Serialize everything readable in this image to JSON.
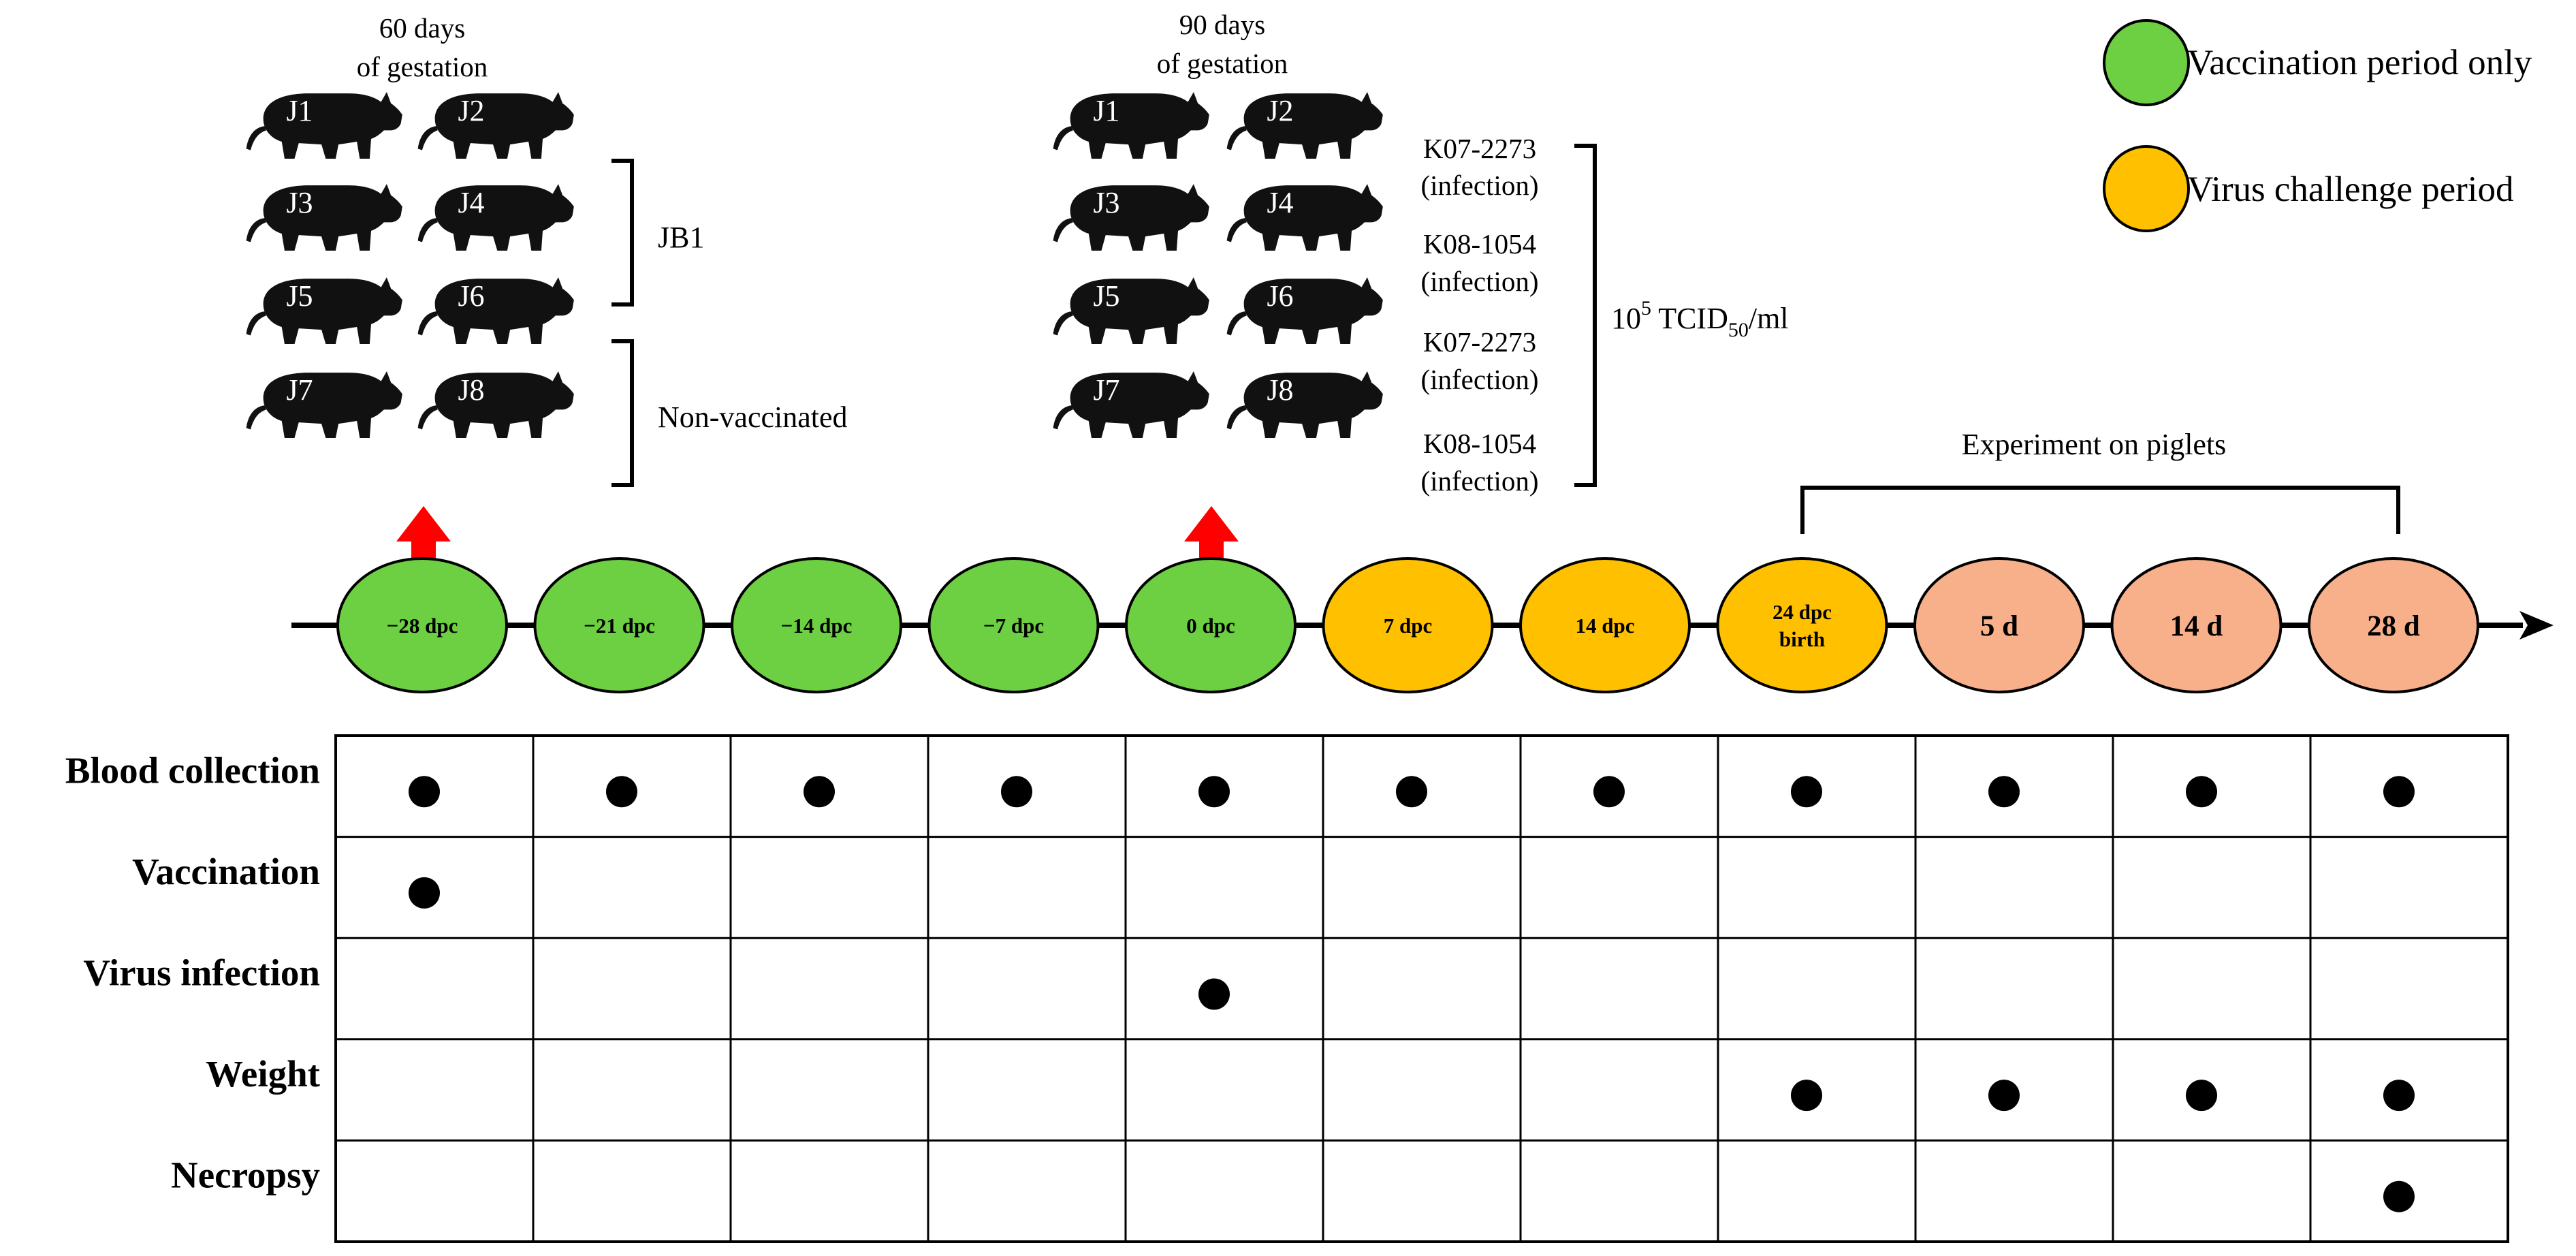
{
  "annotations": {
    "gestation60": [
      "60 days",
      "of gestation"
    ],
    "gestation90": [
      "90 days",
      "of gestation"
    ],
    "group_jb1": "JB1",
    "group_nonvac": "Non-vaccinated",
    "dose": {
      "base": "10",
      "sup": "5",
      "mid": " TCID",
      "sub": "50",
      "tail": "/ml"
    },
    "piglets": "Experiment on piglets"
  },
  "legend": [
    {
      "label": "Vaccination period only",
      "color": "#6cd042"
    },
    {
      "label": "Virus challenge period",
      "color": "#ffc000"
    }
  ],
  "pigs_60": [
    "J1",
    "J2",
    "J3",
    "J4",
    "J5",
    "J6",
    "J7",
    "J8"
  ],
  "pigs_90": [
    "J1",
    "J2",
    "J3",
    "J4",
    "J5",
    "J6",
    "J7",
    "J8"
  ],
  "strains": [
    [
      "K07-2273",
      "(infection)"
    ],
    [
      "K08-1054",
      "(infection)"
    ],
    [
      "K07-2273",
      "(infection)"
    ],
    [
      "K08-1054",
      "(infection)"
    ]
  ],
  "timeline": [
    {
      "lines": [
        "−28 dpc"
      ],
      "period": "vaccination"
    },
    {
      "lines": [
        "−21 dpc"
      ],
      "period": "vaccination"
    },
    {
      "lines": [
        "−14 dpc"
      ],
      "period": "vaccination"
    },
    {
      "lines": [
        "−7 dpc"
      ],
      "period": "vaccination"
    },
    {
      "lines": [
        "0 dpc"
      ],
      "period": "vaccination"
    },
    {
      "lines": [
        "7 dpc"
      ],
      "period": "challenge"
    },
    {
      "lines": [
        "14 dpc"
      ],
      "period": "challenge"
    },
    {
      "lines": [
        "24 dpc",
        "birth"
      ],
      "period": "challenge"
    },
    {
      "lines": [
        "5 d"
      ],
      "period": "piglet"
    },
    {
      "lines": [
        "14 d"
      ],
      "period": "piglet"
    },
    {
      "lines": [
        "28 d"
      ],
      "period": "piglet"
    }
  ],
  "colors": {
    "vaccination": "#6cd042",
    "challenge": "#ffc000",
    "piglet": "#f8b08a",
    "arrow": "#ff0000",
    "pig": "#111111"
  },
  "rows": [
    {
      "label": "Blood collection",
      "marks": [
        0,
        1,
        2,
        3,
        4,
        5,
        6,
        7,
        8,
        9,
        10
      ]
    },
    {
      "label": "Vaccination",
      "marks": [
        0
      ]
    },
    {
      "label": "Virus infection",
      "marks": [
        4
      ]
    },
    {
      "label": "Weight",
      "marks": [
        7,
        8,
        9,
        10
      ]
    },
    {
      "label": "Necropsy",
      "marks": [
        10
      ]
    }
  ]
}
